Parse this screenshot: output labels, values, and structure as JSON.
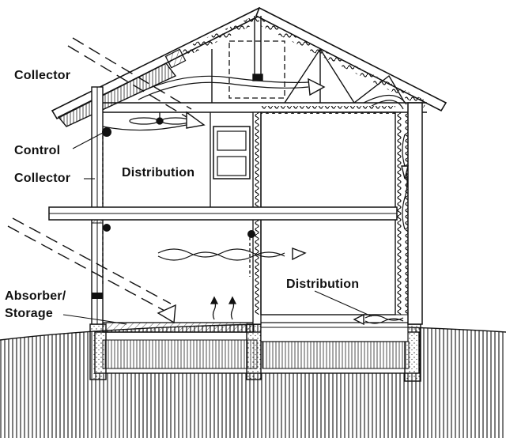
{
  "diagram": {
    "labels": {
      "collector_roof": "Collector",
      "control": "Control",
      "collector_wall": "Collector",
      "distribution_upper": "Distribution",
      "distribution_lower": "Distribution",
      "absorber_line1": "Absorber/",
      "absorber_line2": "Storage"
    },
    "colors": {
      "ink": "#111111",
      "paper": "#ffffff"
    }
  }
}
